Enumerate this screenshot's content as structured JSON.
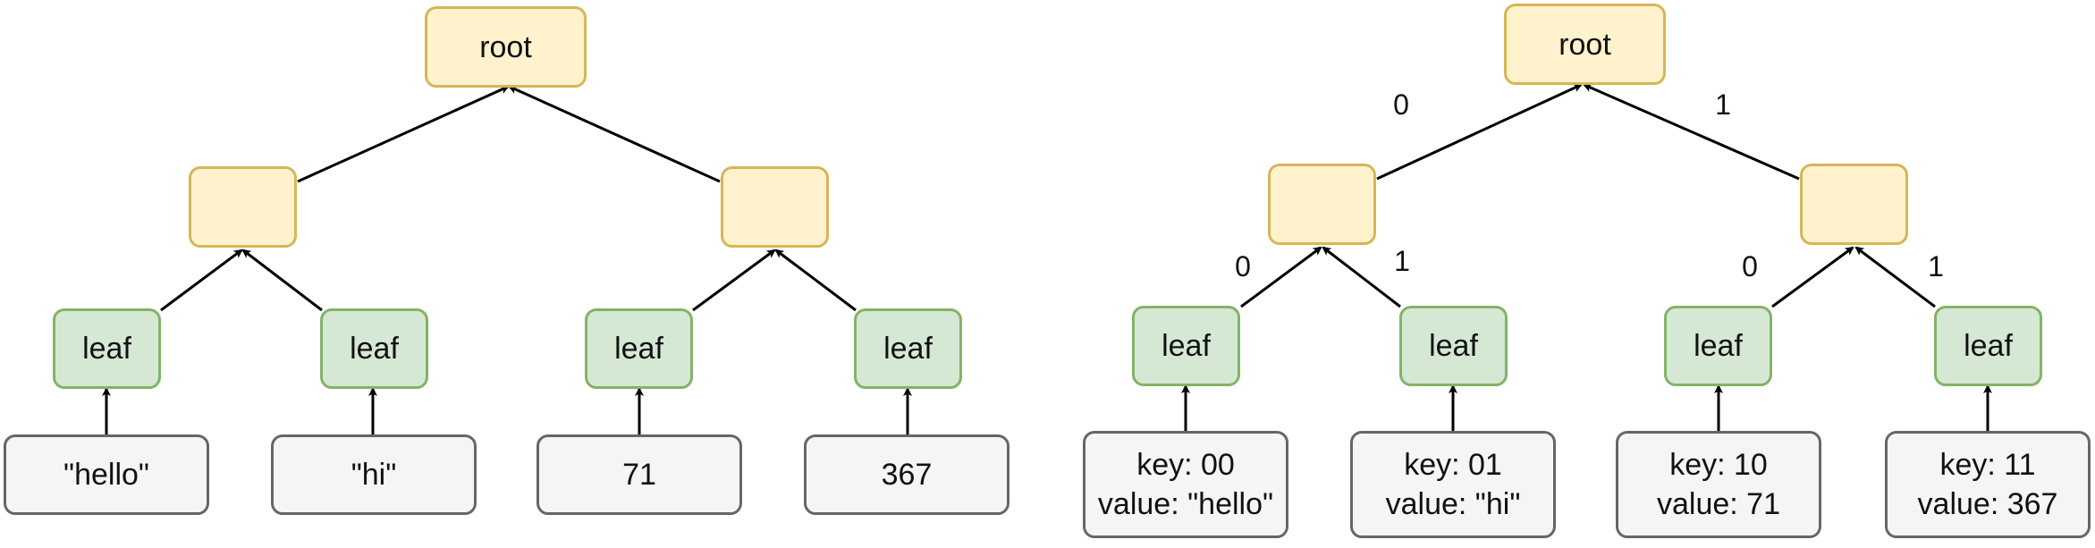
{
  "left_tree": {
    "root_label": "root",
    "leaf_labels": [
      "leaf",
      "leaf",
      "leaf",
      "leaf"
    ],
    "values": [
      "\"hello\"",
      "\"hi\"",
      "71",
      "367"
    ]
  },
  "right_tree": {
    "root_label": "root",
    "top_edge_labels": [
      "0",
      "1"
    ],
    "mid_edge_labels": [
      "0",
      "1",
      "0",
      "1"
    ],
    "leaf_labels": [
      "leaf",
      "leaf",
      "leaf",
      "leaf"
    ],
    "entries": [
      {
        "key": "key: 00",
        "value": "value: \"hello\""
      },
      {
        "key": "key: 01",
        "value": "value: \"hi\""
      },
      {
        "key": "key: 10",
        "value": "value: 71"
      },
      {
        "key": "key: 11",
        "value": "value: 367"
      }
    ]
  },
  "colors": {
    "internal_fill": "#fff2cc",
    "internal_stroke": "#d6b656",
    "leaf_fill": "#d5e8d4",
    "leaf_stroke": "#82b366",
    "value_fill": "#f5f5f5",
    "value_stroke": "#666666",
    "edge": "#000000"
  }
}
